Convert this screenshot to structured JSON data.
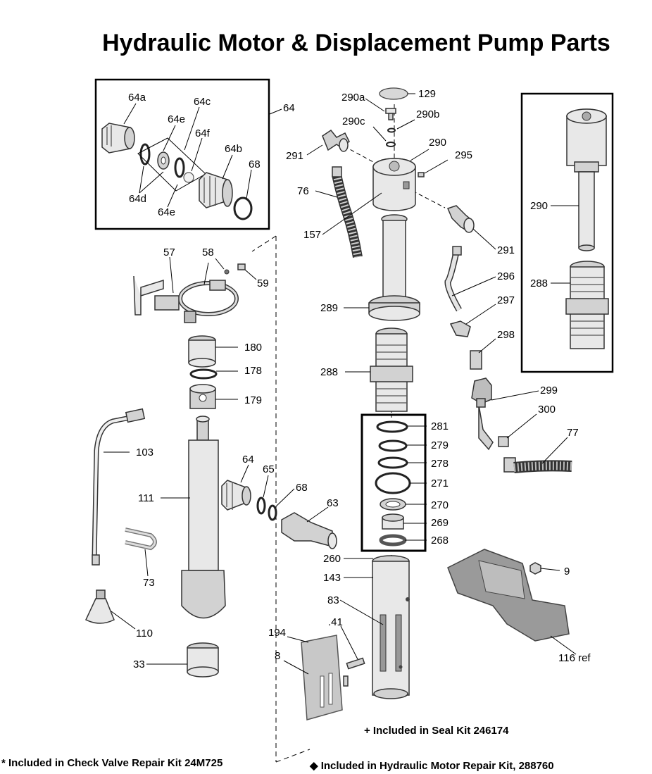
{
  "title": "Hydraulic Motor & Displacement Pump Parts",
  "labels": {
    "l64a": "64a",
    "l64c": "64c",
    "l64e_top": "64e",
    "l64f": "64f",
    "l64b": "64b",
    "l68_kit": "68",
    "l64d": "64d",
    "l64e_bot": "64e",
    "l64": "64",
    "l290a": "290a",
    "l129": "129",
    "l290b": "290b",
    "l290c": "290c",
    "l291_top": "291",
    "l290": "290",
    "l295": "295",
    "l76": "76",
    "l157": "157",
    "l291_right": "291",
    "l296": "296",
    "l289": "289",
    "l297": "297",
    "l298": "298",
    "l288": "288",
    "l299": "299",
    "l300": "300",
    "l77": "77",
    "l57": "57",
    "l58": "58",
    "l59": "59",
    "l180": "180",
    "l178": "178",
    "l179": "179",
    "l103": "103",
    "l111": "111",
    "l64_mid": "64",
    "l65": "65",
    "l68_mid": "68",
    "l63": "63",
    "l73": "73",
    "l110": "110",
    "l33": "33",
    "l281": "281",
    "l279": "279",
    "l278": "278",
    "l271": "271",
    "l270": "270",
    "l269": "269",
    "l268": "268",
    "l260": "260",
    "l143": "143",
    "l83": "83",
    "l41": ".41",
    "l194": "194",
    "l8": "8",
    "l9": "9",
    "l116": "116 ref",
    "l290_box": "290",
    "l288_box": "288"
  },
  "footnotes": {
    "seal_kit": "+ Included in Seal Kit 246174",
    "check_valve": "* Included in Check Valve Repair Kit 24M725",
    "hydraulic_kit": "◆ Included in Hydraulic Motor Repair Kit, 288760"
  }
}
